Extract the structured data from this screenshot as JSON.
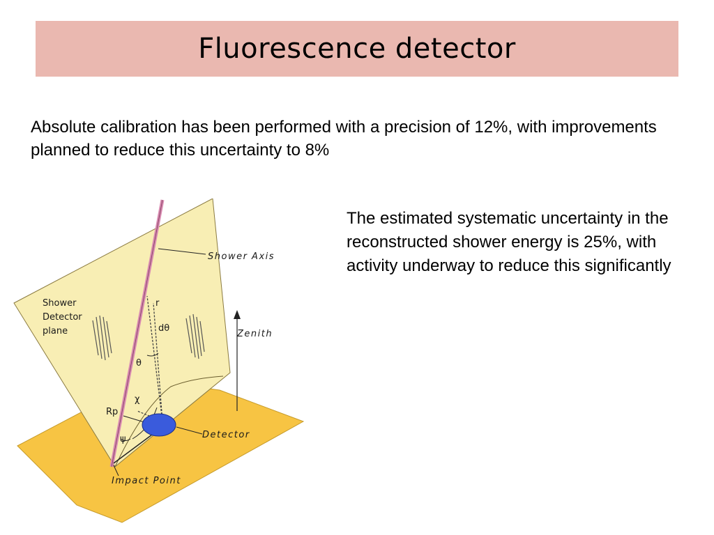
{
  "slide": {
    "title": "Fluorescence detector",
    "paragraph_top": "Absolute calibration has been performed with a precision of 12%, with improvements planned to reduce this uncertainty to 8%",
    "paragraph_right": "The estimated systematic uncertainty in the reconstructed shower energy is 25%, with activity underway to reduce this significantly"
  },
  "diagram": {
    "labels": {
      "shower_axis": "Shower Axis",
      "plane_line1": "Shower",
      "plane_line2": "Detector",
      "plane_line3": "plane",
      "zenith": "Zenith",
      "detector": "Detector",
      "impact_point": "Impact Point",
      "r": "r",
      "dtheta": "dθ",
      "theta": "θ",
      "chi": "χ",
      "rp": "Rp",
      "psi": "ψ"
    },
    "colors": {
      "plane_fill": "#f8eeb4",
      "ground_fill": "#f7c443",
      "shower_axis": "#d889b0",
      "detector": "#3a5bdc",
      "title_bar": "#eab8b0"
    }
  }
}
